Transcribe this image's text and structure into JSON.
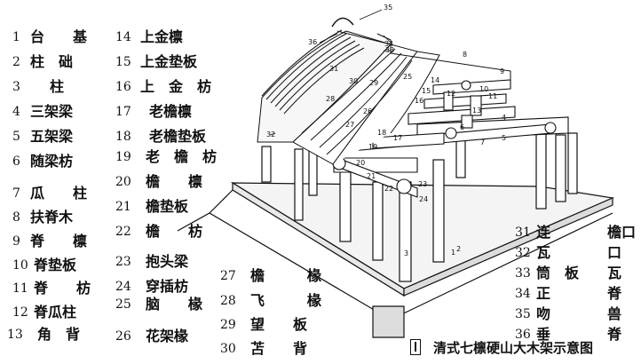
{
  "diagram": {
    "caption": "清式七檩硬山大木架示意图",
    "legend_left": [
      {
        "num": "1",
        "name": "台　　基"
      },
      {
        "num": "2",
        "name": "柱　础"
      },
      {
        "num": "3",
        "name": "柱"
      },
      {
        "num": "4",
        "name": "三架梁"
      },
      {
        "num": "5",
        "name": "五架梁"
      },
      {
        "num": "6",
        "name": "随梁枋"
      },
      {
        "num": "7",
        "name": "瓜　　柱"
      },
      {
        "num": "8",
        "name": "扶脊木"
      },
      {
        "num": "9",
        "name": "脊　　檩"
      },
      {
        "num": "10",
        "name": "脊垫板"
      },
      {
        "num": "11",
        "name": "脊　　枋"
      },
      {
        "num": "12",
        "name": "脊瓜柱"
      },
      {
        "num": "13",
        "name": "角　背"
      }
    ],
    "legend_mid": [
      {
        "num": "14",
        "name": "上金檩"
      },
      {
        "num": "15",
        "name": "上金垫板"
      },
      {
        "num": "16",
        "name": "上　金　枋"
      },
      {
        "num": "17",
        "name": "老檐檩"
      },
      {
        "num": "18",
        "name": "老檐垫板"
      },
      {
        "num": "19",
        "name": "老　檐　枋"
      },
      {
        "num": "20",
        "name": "檐　　檩"
      },
      {
        "num": "21",
        "name": "檐垫板"
      },
      {
        "num": "22",
        "name": "檐　　枋"
      },
      {
        "num": "23",
        "name": "抱头梁"
      },
      {
        "num": "24",
        "name": "穿插枋"
      },
      {
        "num": "25",
        "name": "脑　　椽"
      },
      {
        "num": "26",
        "name": "花架椽"
      }
    ],
    "legend_bottom": [
      {
        "num": "27",
        "name": "檐　　　椽"
      },
      {
        "num": "28",
        "name": "飞　　　椽"
      },
      {
        "num": "29",
        "name": "望　　板"
      },
      {
        "num": "30",
        "name": "苫　　背"
      }
    ],
    "legend_right": [
      {
        "num": "31",
        "name": "连　　　　檐口"
      },
      {
        "num": "32",
        "name": "瓦　　　　口"
      },
      {
        "num": "33",
        "name": "筒　板　　瓦"
      },
      {
        "num": "34",
        "name": "正　　　　脊"
      },
      {
        "num": "35",
        "name": "吻　　　　兽"
      },
      {
        "num": "36",
        "name": "垂　　　　脊"
      }
    ],
    "callouts": [
      "1",
      "2",
      "3",
      "4",
      "5",
      "6",
      "7",
      "8",
      "9",
      "10",
      "11",
      "12",
      "13",
      "14",
      "15",
      "16",
      "17",
      "18",
      "19",
      "20",
      "21",
      "22",
      "23",
      "24",
      "25",
      "26",
      "27",
      "28",
      "29",
      "30",
      "31",
      "32",
      "33",
      "34",
      "35",
      "36"
    ]
  }
}
